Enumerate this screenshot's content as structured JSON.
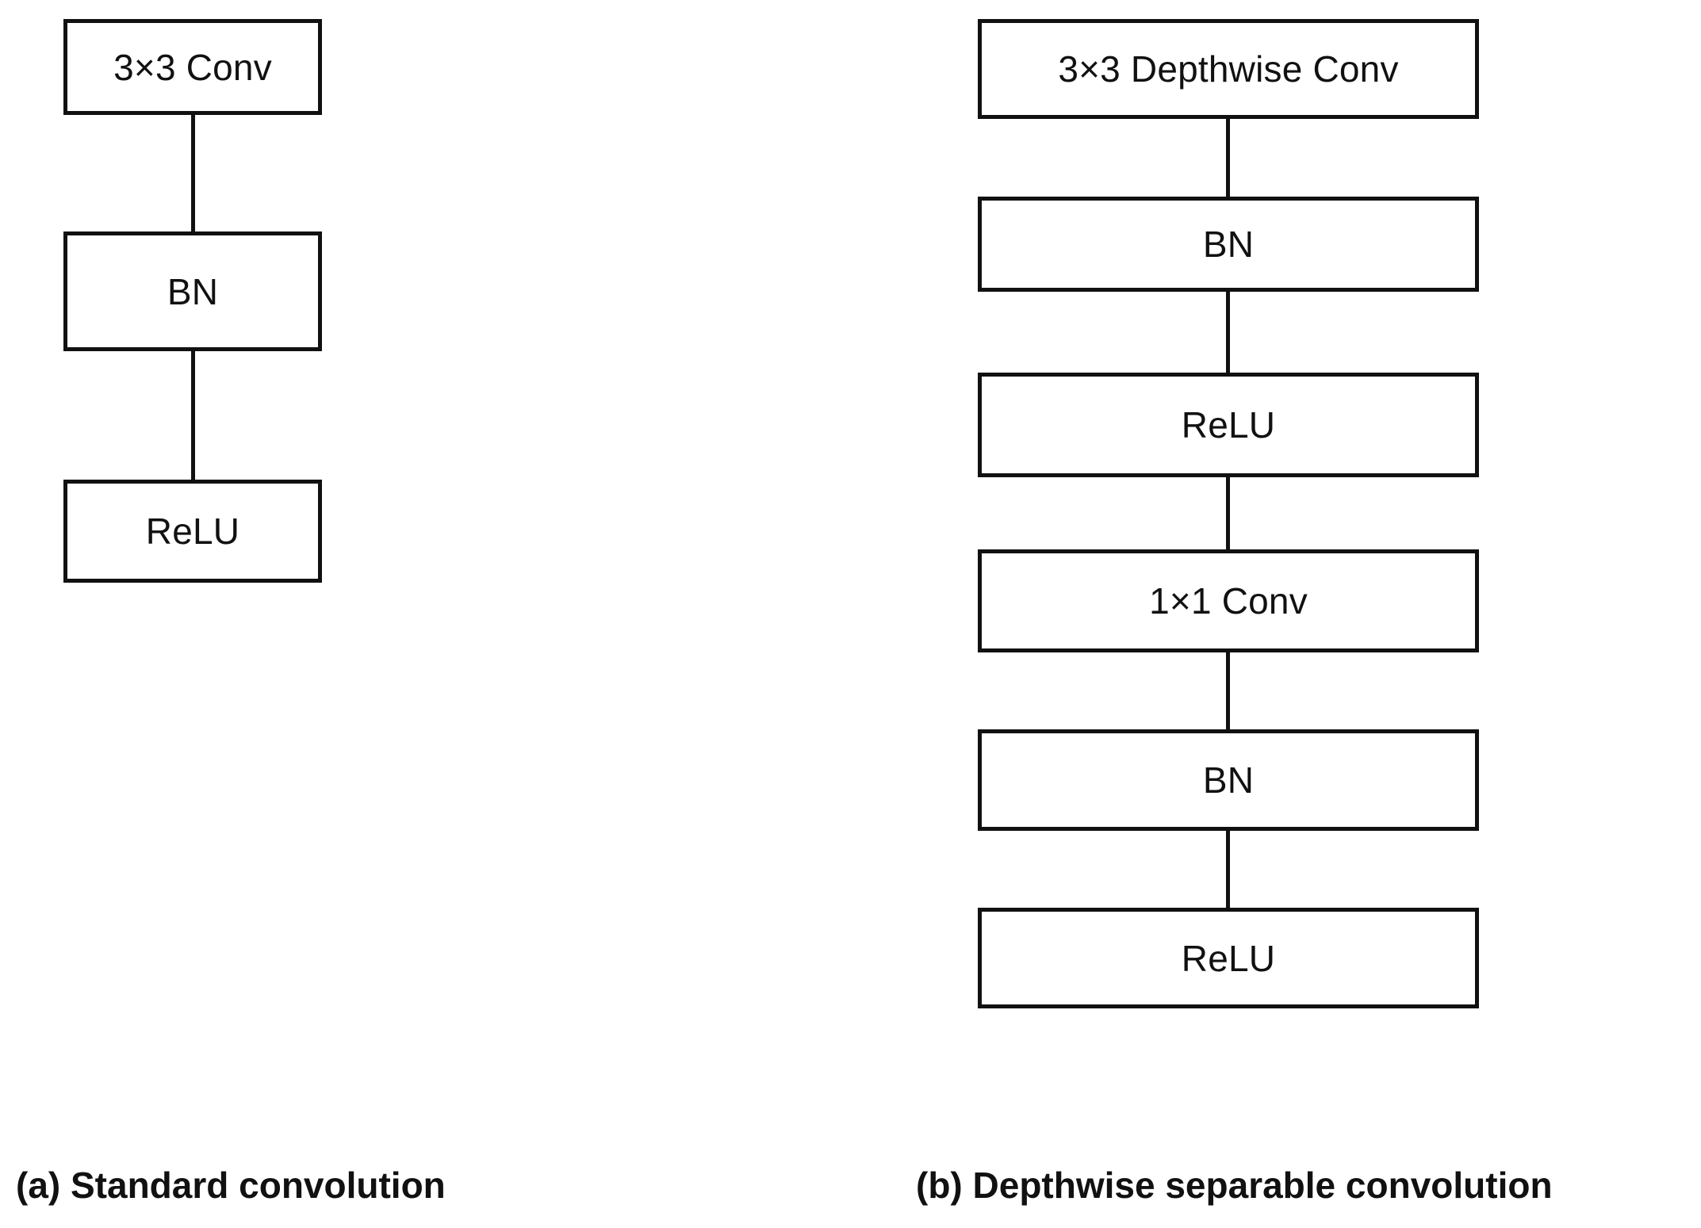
{
  "figure": {
    "background_color": "#ffffff",
    "stroke_color": "#111111",
    "text_color": "#111111"
  },
  "panels": [
    {
      "id": "standard-convolution",
      "caption": "(a) Standard convolution",
      "nodes": [
        {
          "label": "3×3 Conv"
        },
        {
          "label": "BN"
        },
        {
          "label": "ReLU"
        }
      ]
    },
    {
      "id": "depthwise-separable-convolution",
      "caption": "(b) Depthwise separable convolution",
      "nodes": [
        {
          "label": "3×3 Depthwise Conv"
        },
        {
          "label": "BN"
        },
        {
          "label": "ReLU"
        },
        {
          "label": "1×1 Conv"
        },
        {
          "label": "BN"
        },
        {
          "label": "ReLU"
        }
      ]
    }
  ]
}
